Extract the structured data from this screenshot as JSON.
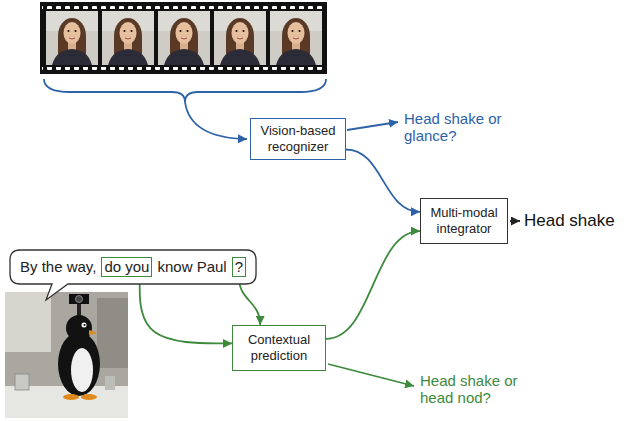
{
  "diagram": {
    "nodes": [
      {
        "text": [
          "Vision-based recognizer"
        ]
      },
      {
        "text": [
          "Multi-modal integrator"
        ]
      },
      {
        "text": [
          "By the way,",
          "know Paul"
        ]
      },
      {
        "text": [
          "do you"
        ],
        "in": 2
      },
      {
        "text": [
          "?"
        ],
        "in": 2
      },
      {
        "text": [
          "Contextual prediction"
        ]
      }
    ],
    "edges": [
      {
        "from": 0,
        "to": 1,
        "arrow": "to"
      },
      {
        "from": 3,
        "to": 5,
        "arrow": "to"
      },
      {
        "from": 4,
        "to": 5,
        "arrow": "to"
      },
      {
        "from": 5,
        "to": 1,
        "arrow": "to"
      }
    ],
    "labels": [
      "Head shake or glance?",
      "Head shake",
      "Head shake or head nod?"
    ]
  }
}
